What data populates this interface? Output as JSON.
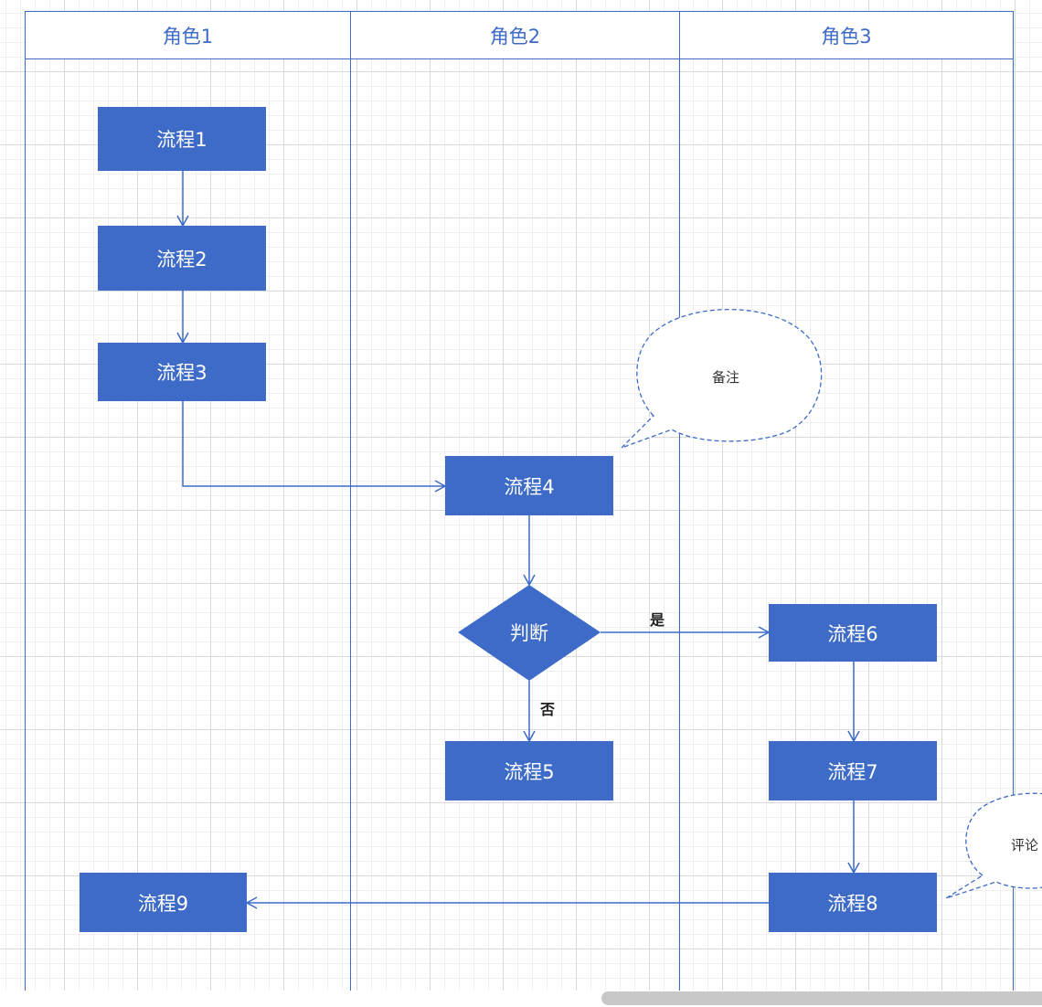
{
  "lanes": [
    "角色1",
    "角色2",
    "角色3"
  ],
  "nodes": {
    "p1": "流程1",
    "p2": "流程2",
    "p3": "流程3",
    "p4": "流程4",
    "decision": "判断",
    "p5": "流程5",
    "p6": "流程6",
    "p7": "流程7",
    "p8": "流程8",
    "p9": "流程9"
  },
  "edge_labels": {
    "yes": "是",
    "no": "否"
  },
  "callouts": {
    "note": "备注",
    "comment": "评论"
  },
  "colors": {
    "accent": "#3d6bc7",
    "node_text": "#ffffff"
  }
}
